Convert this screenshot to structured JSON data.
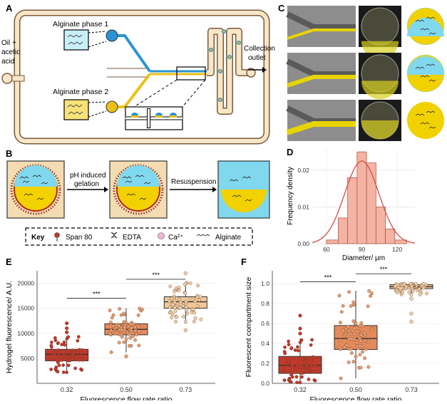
{
  "panel_labels": {
    "a": "A",
    "b": "B",
    "c": "C",
    "d": "D",
    "e": "E",
    "f": "F"
  },
  "panel_a": {
    "inlet": [
      "Oil +",
      "acetic",
      "acid"
    ],
    "phase1": "Alginate phase 1",
    "phase2": "Alginate phase 2",
    "outlet": [
      "Collection",
      "outlet"
    ]
  },
  "panel_b": {
    "step1": "pH induced",
    "step2": "gelation",
    "step3": "Resuspension",
    "key_title": "Key",
    "key_items": [
      "Span 80",
      "EDTA",
      "Ca²⁺",
      "Alginate"
    ]
  },
  "colors": {
    "chip_fill": "#f7e6c8",
    "chip_edge": "#7a5a3a",
    "alginate_blue": "#2a93d5",
    "alginate_yellow": "#e8c21a",
    "cyan_phase": "#7fd8ee",
    "yellow_phase": "#f2d100",
    "hist_fill": "#f4b3a3",
    "hist_edge": "#b25a4a",
    "box_red": "#c0392b",
    "box_orange": "#e58a5a",
    "box_beige": "#f2c89a"
  },
  "chart_data": [
    {
      "panel": "D",
      "type": "bar",
      "xlabel": "Diameter/ µm",
      "ylabel": "Frequency density",
      "x_ticks": [
        60,
        90,
        120
      ],
      "y_ticks": [
        0.0,
        0.01,
        0.02
      ],
      "xlim": [
        48,
        135
      ],
      "ylim": [
        0,
        0.026
      ],
      "bins": [
        {
          "x0": 60,
          "x1": 70,
          "value": 0.001
        },
        {
          "x0": 70,
          "x1": 78,
          "value": 0.007
        },
        {
          "x0": 78,
          "x1": 86,
          "value": 0.018
        },
        {
          "x0": 86,
          "x1": 94,
          "value": 0.025
        },
        {
          "x0": 94,
          "x1": 102,
          "value": 0.022
        },
        {
          "x0": 102,
          "x1": 110,
          "value": 0.01
        },
        {
          "x0": 110,
          "x1": 118,
          "value": 0.004
        },
        {
          "x0": 118,
          "x1": 128,
          "value": 0.001
        }
      ],
      "curve": {
        "mean": 90,
        "sd": 14.5,
        "peak": 0.0225
      }
    },
    {
      "panel": "E",
      "type": "box",
      "xlabel": "Fluorescence flow rate ratio",
      "ylabel": "Hydrogel fluorescence/ A.U.",
      "categories": [
        "0.32",
        "0.50",
        "0.73"
      ],
      "y_ticks": [
        5000,
        10000,
        15000,
        20000
      ],
      "ylim": [
        0,
        22500
      ],
      "boxes": [
        {
          "min": 2000,
          "q1": 4500,
          "median": 5800,
          "q3": 6800,
          "max": 9500,
          "outliers": [
            12000,
            11000,
            10200
          ]
        },
        {
          "min": 6200,
          "q1": 9700,
          "median": 10800,
          "q3": 11900,
          "max": 15000,
          "outliers": [
            5400
          ]
        },
        {
          "min": 12200,
          "q1": 15000,
          "median": 16300,
          "q3": 17300,
          "max": 20200,
          "outliers": [
            22000,
            10600
          ]
        }
      ],
      "significance": [
        "***",
        "***"
      ]
    },
    {
      "panel": "F",
      "type": "box",
      "xlabel": "Fluorescence flow rate ratio",
      "ylabel": "Fluorescent compartment size",
      "categories": [
        "0.32",
        "0.50",
        "0.73"
      ],
      "y_ticks": [
        0.0,
        0.2,
        0.4,
        0.6,
        0.8,
        1.0
      ],
      "ylim": [
        0,
        1.13
      ],
      "boxes": [
        {
          "min": 0.0,
          "q1": 0.1,
          "median": 0.18,
          "q3": 0.27,
          "max": 0.45,
          "outliers": [
            0.68,
            0.55,
            0.5
          ]
        },
        {
          "min": 0.05,
          "q1": 0.34,
          "median": 0.45,
          "q3": 0.58,
          "max": 0.93,
          "outliers": []
        },
        {
          "min": 0.89,
          "q1": 0.95,
          "median": 0.97,
          "q3": 0.99,
          "max": 1.0,
          "outliers": [
            0.7,
            0.62,
            0.85
          ]
        }
      ],
      "significance": [
        "***",
        "***"
      ]
    }
  ]
}
